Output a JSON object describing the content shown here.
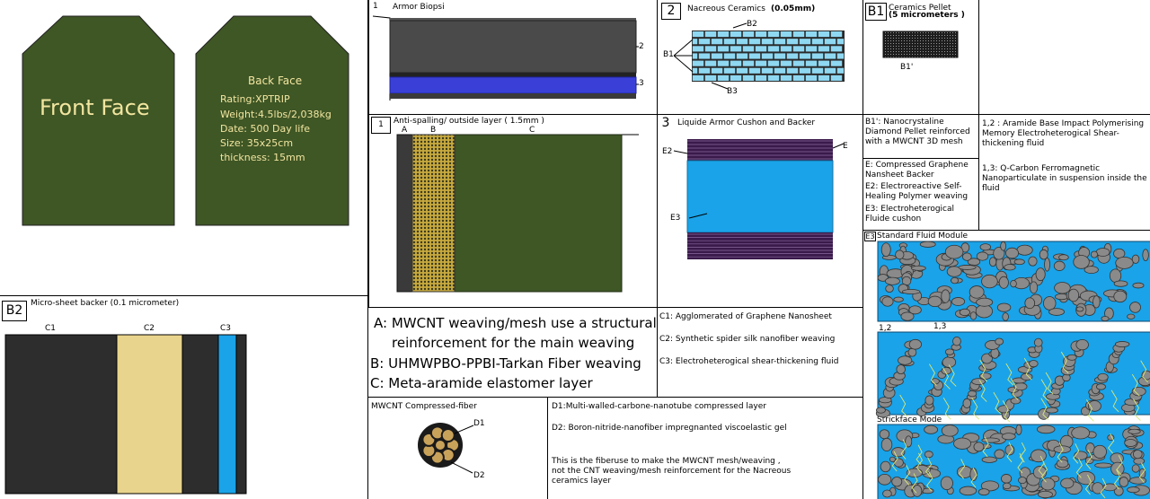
{
  "plates": {
    "front_label": "Front Face",
    "back_title": "Back Face",
    "back_lines": [
      "Rating:XPTRIP",
      "Weight:4.5lbs/2,038kg",
      "Date: 500 Day life",
      "Size: 35x25cm",
      "thickness: 15mm"
    ]
  },
  "biopsi": {
    "marker": "1",
    "title": "Armor Biopsi",
    "label_2": "2",
    "label_3": "3"
  },
  "nacreous": {
    "number": "2",
    "title": "Nacreous Ceramics",
    "thickness": "(0.05mm)",
    "b2": "B2",
    "b1": "B1",
    "b3": "B3"
  },
  "pellet": {
    "number": "B1",
    "title": "Ceramics Pellet",
    "size": "(5 micrometers )",
    "label": "B1'"
  },
  "antispall": {
    "number": "1",
    "title": "Anti-spalling/ outside layer ( 1.5mm  )",
    "a": "A",
    "b": "B",
    "c": "C"
  },
  "liquid": {
    "number": "3",
    "title": "Liquide Armor Cushon and Backer",
    "e2": "E2",
    "e": "E",
    "e3": "E3"
  },
  "b1_desc": "B1': Nanocrystaline Diamond Pellet reinforced with a MWCNT 3D mesh",
  "e_desc": {
    "e": "E: Compressed Graphene Nansheet Backer",
    "e2": "E2: Electroreactive Self-Healing Polymer weaving",
    "e3": "E3: Electroheterogical Fluide cushon"
  },
  "fluid_desc": {
    "d12": "1,2 : Aramide Base Impact Polymerising Memory Electroheterogical Shear-thickening fluid",
    "d13": "1,3: Q-Carbon Ferromagnetic Nanoparticulate in suspension inside the fluid"
  },
  "fluid": {
    "marker": "E3",
    "standard": "Standard Fluid Module",
    "l12": "1,2",
    "l13": "1,3",
    "strike": "Strickface Mode"
  },
  "backer": {
    "number": "B2",
    "title": "Micro-sheet backer (0.1 micrometer)",
    "c1": "C1",
    "c2": "C2",
    "c3": "C3"
  },
  "legend_abc": {
    "a1": "A: MWCNT weaving/mesh use a structural",
    "a2": "reinforcement for the main weaving",
    "b": "B: UHMWPBO-PPBI-Tarkan Fiber weaving",
    "c": "C: Meta-aramide elastomer layer"
  },
  "legend_c": {
    "c1": "C1: Agglomerated of Graphene Nanosheet",
    "c2": "C2: Synthetic spider silk nanofiber weaving",
    "c3": "C3: Electroheterogical shear-thickening fluid"
  },
  "fiber": {
    "title": "MWCNT Compressed-fiber",
    "d1": "D1",
    "d2": "D2"
  },
  "d_desc": {
    "d1": "D1:Multi-walled-carbone-nanotube compressed layer",
    "d2": "D2: Boron-nitride-nanofiber impregnanted viscoelastic gel",
    "note": "This is the fiberuse to make the MWCNT mesh/weaving , not the CNT weaving/mesh reinforcement for the Nacreous ceramics layer"
  },
  "colors": {
    "olive": "#3f5625",
    "cream": "#e8d48c",
    "fluid": "#1aa3e8",
    "band": "#3a3fd8",
    "cyan": "#37c9ef",
    "ceramic": "#8fd8f2",
    "particle": "#8a8a8a",
    "dark": "#2d2d2d",
    "purple": "#3a1a4a"
  }
}
